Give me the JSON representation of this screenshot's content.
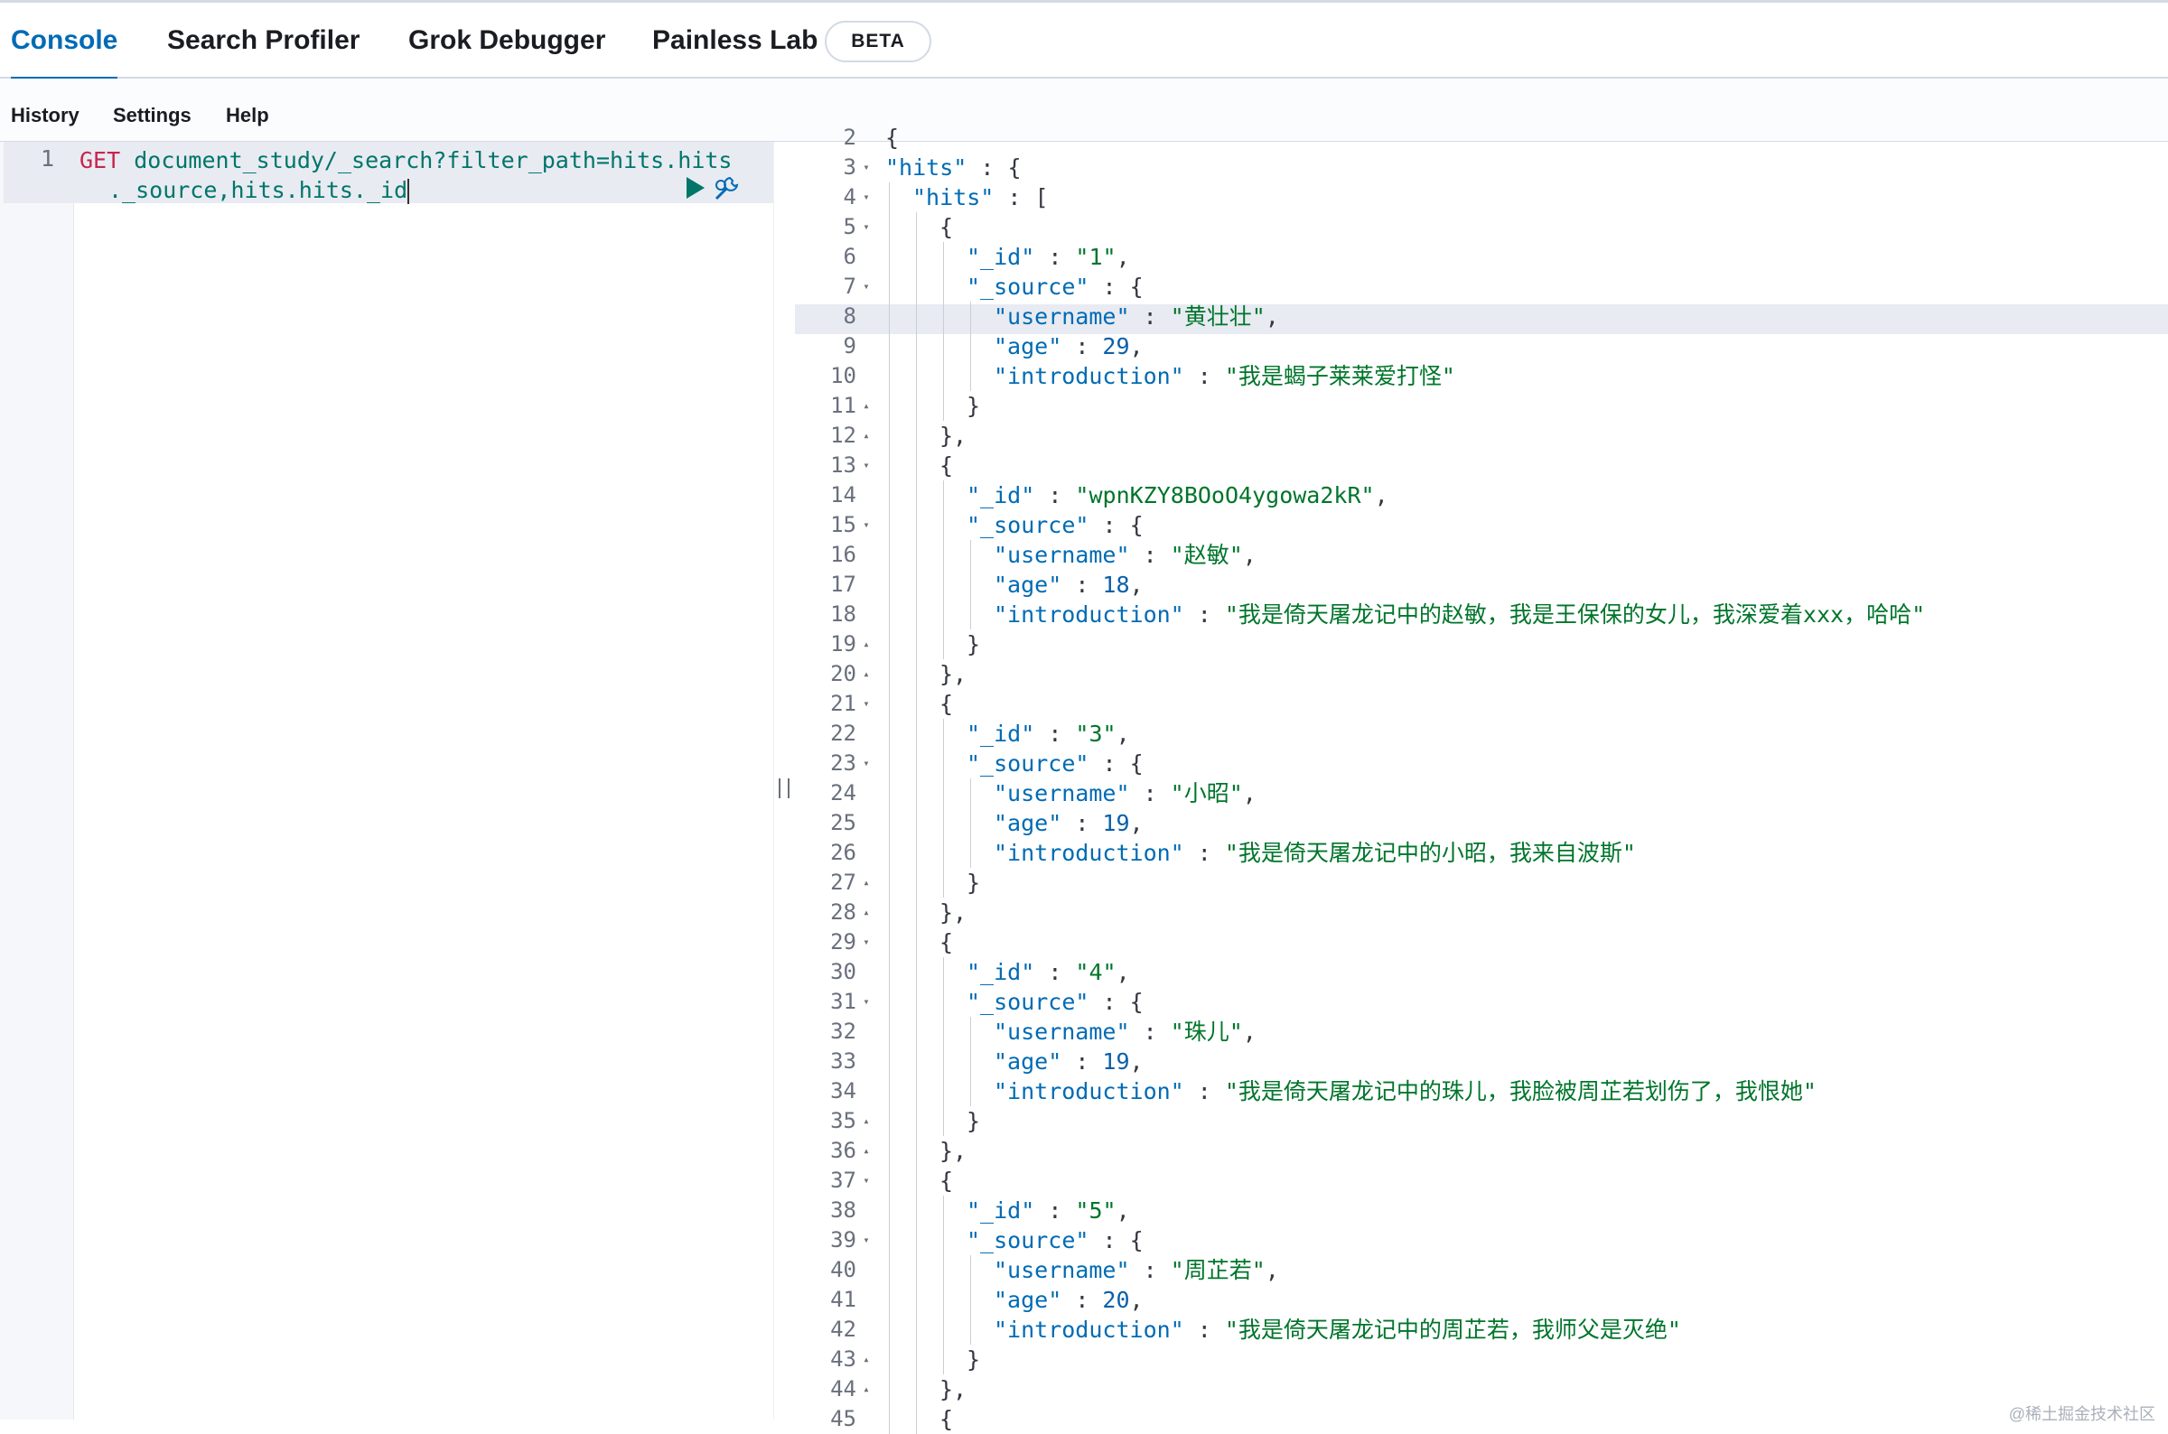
{
  "tabs": [
    {
      "label": "Console",
      "active": true
    },
    {
      "label": "Search Profiler",
      "active": false
    },
    {
      "label": "Grok Debugger",
      "active": false
    },
    {
      "label": "Painless Lab",
      "active": false
    }
  ],
  "beta_badge": "BETA",
  "submenu": {
    "history": "History",
    "settings": "Settings",
    "help": "Help"
  },
  "request": {
    "line_number": "1",
    "method": "GET",
    "path_line1": "document_study/_search?filter_path=hits.hits",
    "path_line2": "._source,hits.hits._id"
  },
  "icons": {
    "run": "play-icon",
    "wrench": "wrench-icon",
    "resizer": "resize-grip-icon"
  },
  "colors": {
    "accent": "#006bb4",
    "method": "#c7254e",
    "string": "#00752b",
    "key": "#006bb4",
    "request_path": "#00756a"
  },
  "response": {
    "active_line": 8,
    "lines": [
      {
        "n": "2",
        "fold": "",
        "depth": 0,
        "text": "{"
      },
      {
        "n": "3",
        "fold": "▾",
        "depth": 1,
        "parts": [
          [
            "k",
            "\"hits\""
          ],
          [
            "p",
            " : {"
          ]
        ]
      },
      {
        "n": "4",
        "fold": "▾",
        "depth": 2,
        "parts": [
          [
            "k",
            "\"hits\""
          ],
          [
            "p",
            " : ["
          ]
        ]
      },
      {
        "n": "5",
        "fold": "▾",
        "depth": 3,
        "parts": [
          [
            "p",
            "{"
          ]
        ]
      },
      {
        "n": "6",
        "fold": "",
        "depth": 4,
        "parts": [
          [
            "k",
            "\"_id\""
          ],
          [
            "p",
            " : "
          ],
          [
            "s",
            "\"1\""
          ],
          [
            "p",
            ","
          ]
        ]
      },
      {
        "n": "7",
        "fold": "▾",
        "depth": 4,
        "parts": [
          [
            "k",
            "\"_source\""
          ],
          [
            "p",
            " : {"
          ]
        ]
      },
      {
        "n": "8",
        "fold": "",
        "depth": 5,
        "parts": [
          [
            "k",
            "\"username\""
          ],
          [
            "p",
            " : "
          ],
          [
            "s",
            "\"黄壮壮\""
          ],
          [
            "p",
            ","
          ]
        ]
      },
      {
        "n": "9",
        "fold": "",
        "depth": 5,
        "parts": [
          [
            "k",
            "\"age\""
          ],
          [
            "p",
            " : "
          ],
          [
            "n",
            "29"
          ],
          [
            "p",
            ","
          ]
        ]
      },
      {
        "n": "10",
        "fold": "",
        "depth": 5,
        "parts": [
          [
            "k",
            "\"introduction\""
          ],
          [
            "p",
            " : "
          ],
          [
            "s",
            "\"我是蝎子莱莱爱打怪\""
          ]
        ]
      },
      {
        "n": "11",
        "fold": "▴",
        "depth": 4,
        "parts": [
          [
            "p",
            "}"
          ]
        ]
      },
      {
        "n": "12",
        "fold": "▴",
        "depth": 3,
        "parts": [
          [
            "p",
            "},"
          ]
        ]
      },
      {
        "n": "13",
        "fold": "▾",
        "depth": 3,
        "parts": [
          [
            "p",
            "{"
          ]
        ]
      },
      {
        "n": "14",
        "fold": "",
        "depth": 4,
        "parts": [
          [
            "k",
            "\"_id\""
          ],
          [
            "p",
            " : "
          ],
          [
            "s",
            "\"wpnKZY8BOoO4ygowa2kR\""
          ],
          [
            "p",
            ","
          ]
        ]
      },
      {
        "n": "15",
        "fold": "▾",
        "depth": 4,
        "parts": [
          [
            "k",
            "\"_source\""
          ],
          [
            "p",
            " : {"
          ]
        ]
      },
      {
        "n": "16",
        "fold": "",
        "depth": 5,
        "parts": [
          [
            "k",
            "\"username\""
          ],
          [
            "p",
            " : "
          ],
          [
            "s",
            "\"赵敏\""
          ],
          [
            "p",
            ","
          ]
        ]
      },
      {
        "n": "17",
        "fold": "",
        "depth": 5,
        "parts": [
          [
            "k",
            "\"age\""
          ],
          [
            "p",
            " : "
          ],
          [
            "n",
            "18"
          ],
          [
            "p",
            ","
          ]
        ]
      },
      {
        "n": "18",
        "fold": "",
        "depth": 5,
        "parts": [
          [
            "k",
            "\"introduction\""
          ],
          [
            "p",
            " : "
          ],
          [
            "s",
            "\"我是倚天屠龙记中的赵敏，我是王保保的女儿，我深爱着xxx，哈哈\""
          ]
        ]
      },
      {
        "n": "19",
        "fold": "▴",
        "depth": 4,
        "parts": [
          [
            "p",
            "}"
          ]
        ]
      },
      {
        "n": "20",
        "fold": "▴",
        "depth": 3,
        "parts": [
          [
            "p",
            "},"
          ]
        ]
      },
      {
        "n": "21",
        "fold": "▾",
        "depth": 3,
        "parts": [
          [
            "p",
            "{"
          ]
        ]
      },
      {
        "n": "22",
        "fold": "",
        "depth": 4,
        "parts": [
          [
            "k",
            "\"_id\""
          ],
          [
            "p",
            " : "
          ],
          [
            "s",
            "\"3\""
          ],
          [
            "p",
            ","
          ]
        ]
      },
      {
        "n": "23",
        "fold": "▾",
        "depth": 4,
        "parts": [
          [
            "k",
            "\"_source\""
          ],
          [
            "p",
            " : {"
          ]
        ]
      },
      {
        "n": "24",
        "fold": "",
        "depth": 5,
        "parts": [
          [
            "k",
            "\"username\""
          ],
          [
            "p",
            " : "
          ],
          [
            "s",
            "\"小昭\""
          ],
          [
            "p",
            ","
          ]
        ]
      },
      {
        "n": "25",
        "fold": "",
        "depth": 5,
        "parts": [
          [
            "k",
            "\"age\""
          ],
          [
            "p",
            " : "
          ],
          [
            "n",
            "19"
          ],
          [
            "p",
            ","
          ]
        ]
      },
      {
        "n": "26",
        "fold": "",
        "depth": 5,
        "parts": [
          [
            "k",
            "\"introduction\""
          ],
          [
            "p",
            " : "
          ],
          [
            "s",
            "\"我是倚天屠龙记中的小昭，我来自波斯\""
          ]
        ]
      },
      {
        "n": "27",
        "fold": "▴",
        "depth": 4,
        "parts": [
          [
            "p",
            "}"
          ]
        ]
      },
      {
        "n": "28",
        "fold": "▴",
        "depth": 3,
        "parts": [
          [
            "p",
            "},"
          ]
        ]
      },
      {
        "n": "29",
        "fold": "▾",
        "depth": 3,
        "parts": [
          [
            "p",
            "{"
          ]
        ]
      },
      {
        "n": "30",
        "fold": "",
        "depth": 4,
        "parts": [
          [
            "k",
            "\"_id\""
          ],
          [
            "p",
            " : "
          ],
          [
            "s",
            "\"4\""
          ],
          [
            "p",
            ","
          ]
        ]
      },
      {
        "n": "31",
        "fold": "▾",
        "depth": 4,
        "parts": [
          [
            "k",
            "\"_source\""
          ],
          [
            "p",
            " : {"
          ]
        ]
      },
      {
        "n": "32",
        "fold": "",
        "depth": 5,
        "parts": [
          [
            "k",
            "\"username\""
          ],
          [
            "p",
            " : "
          ],
          [
            "s",
            "\"珠儿\""
          ],
          [
            "p",
            ","
          ]
        ]
      },
      {
        "n": "33",
        "fold": "",
        "depth": 5,
        "parts": [
          [
            "k",
            "\"age\""
          ],
          [
            "p",
            " : "
          ],
          [
            "n",
            "19"
          ],
          [
            "p",
            ","
          ]
        ]
      },
      {
        "n": "34",
        "fold": "",
        "depth": 5,
        "parts": [
          [
            "k",
            "\"introduction\""
          ],
          [
            "p",
            " : "
          ],
          [
            "s",
            "\"我是倚天屠龙记中的珠儿，我脸被周芷若划伤了，我恨她\""
          ]
        ]
      },
      {
        "n": "35",
        "fold": "▴",
        "depth": 4,
        "parts": [
          [
            "p",
            "}"
          ]
        ]
      },
      {
        "n": "36",
        "fold": "▴",
        "depth": 3,
        "parts": [
          [
            "p",
            "},"
          ]
        ]
      },
      {
        "n": "37",
        "fold": "▾",
        "depth": 3,
        "parts": [
          [
            "p",
            "{"
          ]
        ]
      },
      {
        "n": "38",
        "fold": "",
        "depth": 4,
        "parts": [
          [
            "k",
            "\"_id\""
          ],
          [
            "p",
            " : "
          ],
          [
            "s",
            "\"5\""
          ],
          [
            "p",
            ","
          ]
        ]
      },
      {
        "n": "39",
        "fold": "▾",
        "depth": 4,
        "parts": [
          [
            "k",
            "\"_source\""
          ],
          [
            "p",
            " : {"
          ]
        ]
      },
      {
        "n": "40",
        "fold": "",
        "depth": 5,
        "parts": [
          [
            "k",
            "\"username\""
          ],
          [
            "p",
            " : "
          ],
          [
            "s",
            "\"周芷若\""
          ],
          [
            "p",
            ","
          ]
        ]
      },
      {
        "n": "41",
        "fold": "",
        "depth": 5,
        "parts": [
          [
            "k",
            "\"age\""
          ],
          [
            "p",
            " : "
          ],
          [
            "n",
            "20"
          ],
          [
            "p",
            ","
          ]
        ]
      },
      {
        "n": "42",
        "fold": "",
        "depth": 5,
        "parts": [
          [
            "k",
            "\"introduction\""
          ],
          [
            "p",
            " : "
          ],
          [
            "s",
            "\"我是倚天屠龙记中的周芷若，我师父是灭绝\""
          ]
        ]
      },
      {
        "n": "43",
        "fold": "▴",
        "depth": 4,
        "parts": [
          [
            "p",
            "}"
          ]
        ]
      },
      {
        "n": "44",
        "fold": "▴",
        "depth": 3,
        "parts": [
          [
            "p",
            "},"
          ]
        ]
      },
      {
        "n": "45",
        "fold": "",
        "depth": 3,
        "parts": [
          [
            "p",
            "{"
          ]
        ]
      }
    ]
  },
  "watermark": "@稀土掘金技术社区"
}
